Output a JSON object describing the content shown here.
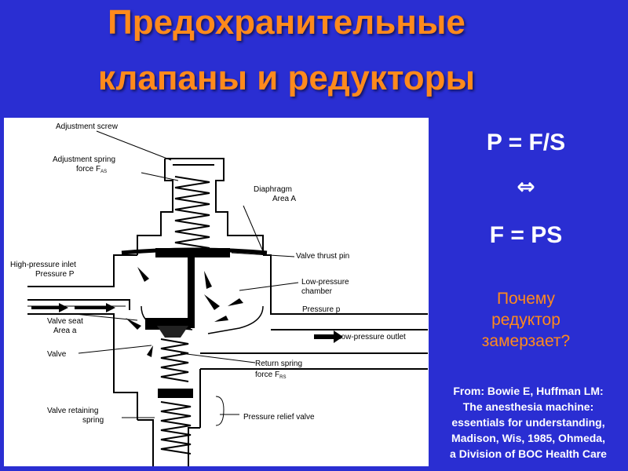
{
  "slide": {
    "title_line1": "Предохранительные",
    "title_line2": "клапаны и редукторы",
    "formula_1": "P = F/S",
    "formula_symbol": "⇔",
    "formula_2": "F = PS",
    "question": [
      "Почему",
      "редуктор",
      "замерзает?"
    ],
    "source": [
      "From: Bowie E, Huffman LM:",
      "The anesthesia machine:",
      "essentials for understanding,",
      "Madison, Wis, 1985, Ohmeda,",
      "a Division of BOC Health Care"
    ]
  },
  "diagram": {
    "labels": {
      "adjustment_screw": "Adjustment screw",
      "adjustment_spring_1": "Adjustment spring",
      "adjustment_spring_2": "force F",
      "adjustment_spring_sub": "AS",
      "diaphragm": "Diaphragm",
      "area_a_upper": "Area A",
      "high_pressure_inlet": "High-pressure inlet",
      "pressure_p_upper": "Pressure P",
      "valve_thrust_pin": "Valve thrust pin",
      "low_pressure_1": "Low-pressure",
      "low_pressure_2": "chamber",
      "pressure_p_lower": "Pressure p",
      "valve_seat": "Valve seat",
      "area_a_lower": "Area a",
      "low_pressure_outlet": "Low-pressure outlet",
      "valve": "Valve",
      "return_spring_1": "Return spring",
      "return_spring_2": "force F",
      "return_spring_sub": "RS",
      "valve_retaining_1": "Valve retaining",
      "valve_retaining_2": "spring",
      "pressure_relief_valve": "Pressure relief valve"
    }
  }
}
